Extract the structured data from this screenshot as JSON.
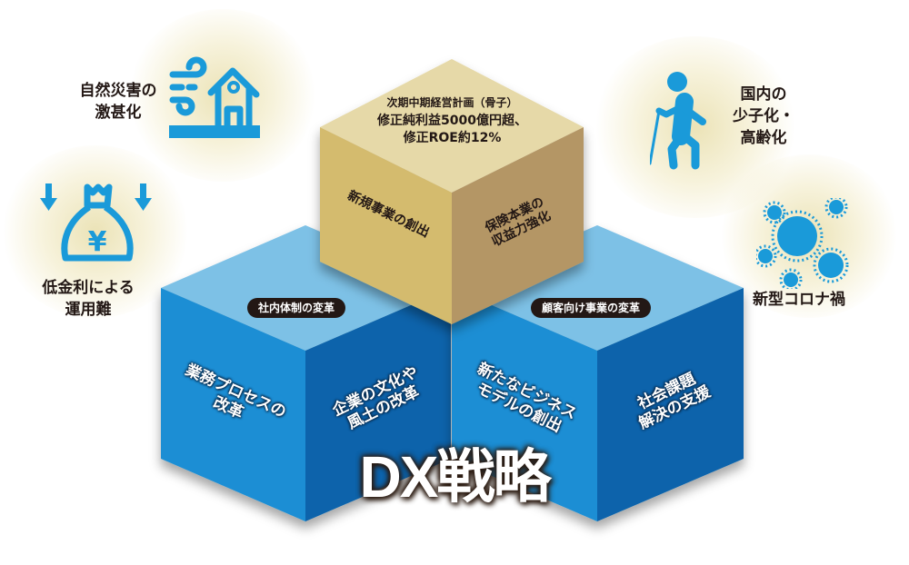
{
  "title": "DX戦略",
  "center_cube": {
    "top_face": {
      "heading": "次期中期経営計画（骨子）",
      "lines": "修正純利益5000億円超、\n修正ROE約12%"
    },
    "left_face": "新規事業の創出",
    "right_face": "保険本業の\n収益力強化",
    "colors": {
      "top": "#e6d9a8",
      "left": "#d4bb6e",
      "right": "#b49665"
    }
  },
  "left_cube": {
    "badge": "社内体制の変革",
    "left_face": "業務プロセスの\n改革",
    "right_face": "企業の文化や\n風土の改革",
    "colors": {
      "top": "#7dc1e6",
      "left": "#1b8ed4",
      "right": "#0763ab"
    }
  },
  "right_cube": {
    "badge": "顧客向け事業の変革",
    "left_face": "新たなビジネス\nモデルの創出",
    "right_face": "社会課題\n解決の支援",
    "colors": {
      "top": "#7dc1e6",
      "left": "#1b8ed4",
      "right": "#0763ab"
    }
  },
  "external_factors": [
    {
      "id": "disaster",
      "icon": "wind-house-icon",
      "label": "自然災害の\n激甚化"
    },
    {
      "id": "low-rates",
      "icon": "yen-bag-down-arrows-icon",
      "label": "低金利による\n運用難"
    },
    {
      "id": "aging",
      "icon": "elderly-person-cane-icon",
      "label": "国内の\n少子化・\n高齢化"
    },
    {
      "id": "covid",
      "icon": "virus-icon",
      "label": "新型コロナ禍"
    }
  ],
  "icon_color": "#1a9ad9"
}
